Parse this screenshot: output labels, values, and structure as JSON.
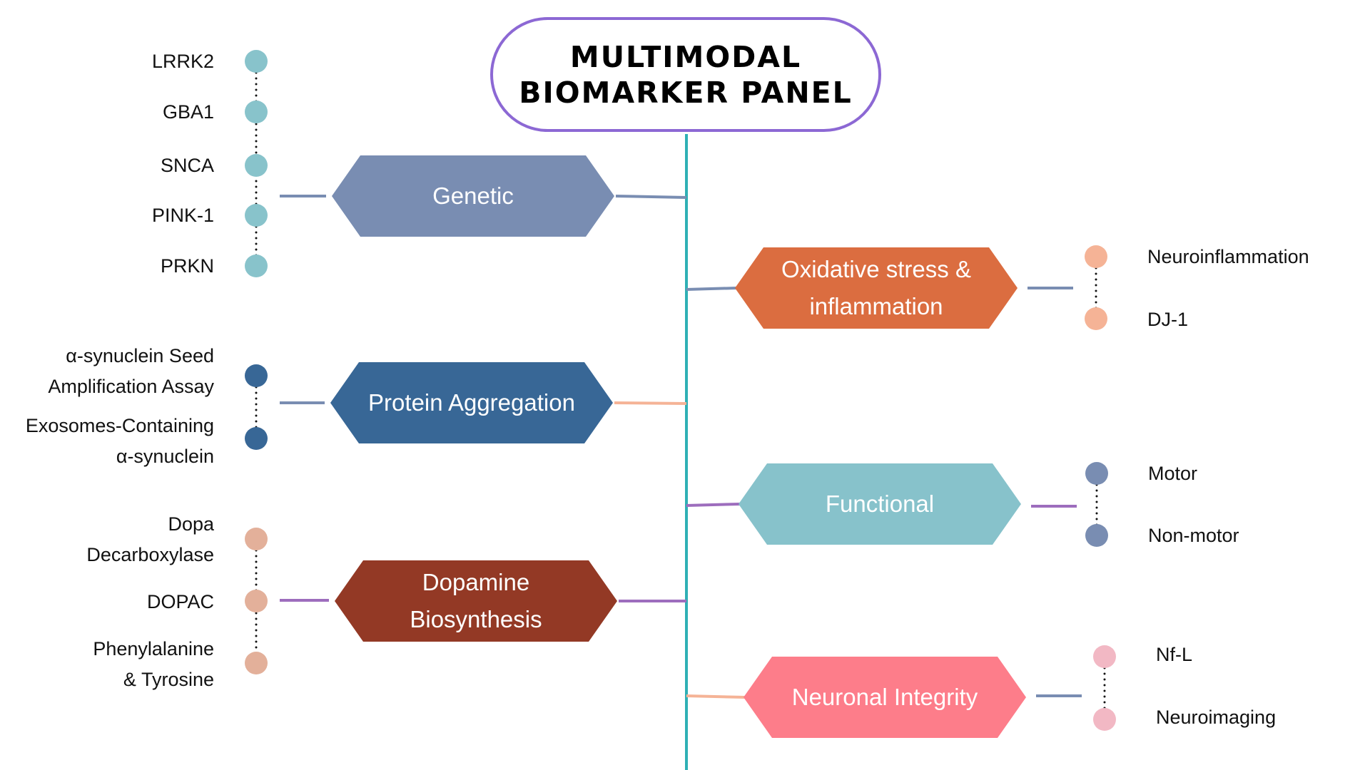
{
  "title": {
    "line1": "MULTIMODAL",
    "line2": "BIOMARKER PANEL",
    "border_color": "#8c68d4"
  },
  "spine_color": "#2fb0b5",
  "categories": [
    {
      "id": "genetic",
      "label": [
        "Genetic"
      ],
      "side": "left",
      "color": "#798dB2",
      "connector_to_spine_color": "#798db2",
      "connector_to_items_color": "#798db2",
      "dot_color": "#88c3cb",
      "items": [
        {
          "label": [
            "LRRK2"
          ]
        },
        {
          "label": [
            "GBA1"
          ]
        },
        {
          "label": [
            "SNCA"
          ]
        },
        {
          "label": [
            "PINK-1"
          ]
        },
        {
          "label": [
            "PRKN"
          ]
        }
      ]
    },
    {
      "id": "oxidative",
      "label": [
        "Oxidative stress &",
        "inflammation"
      ],
      "side": "right",
      "color": "#db6d40",
      "connector_to_spine_color": "#798db2",
      "connector_to_items_color": "#798db2",
      "dot_color": "#f5b396",
      "items": [
        {
          "label": [
            "Neuroinflammation"
          ]
        },
        {
          "label": [
            "DJ-1"
          ]
        }
      ]
    },
    {
      "id": "protein",
      "label": [
        "Protein Aggregation"
      ],
      "side": "left",
      "color": "#386796",
      "connector_to_spine_color": "#f5b396",
      "connector_to_items_color": "#798db2",
      "dot_color": "#386796",
      "items": [
        {
          "label": [
            "α-synuclein Seed",
            "Amplification Assay"
          ]
        },
        {
          "label": [
            "Exosomes-Containing",
            "α-synuclein"
          ]
        }
      ]
    },
    {
      "id": "functional",
      "label": [
        "Functional"
      ],
      "side": "right",
      "color": "#87c2cb",
      "connector_to_spine_color": "#9d6dbd",
      "connector_to_items_color": "#9d6dbd",
      "dot_color": "#798db2",
      "items": [
        {
          "label": [
            "Motor"
          ]
        },
        {
          "label": [
            "Non-motor"
          ]
        }
      ]
    },
    {
      "id": "dopamine",
      "label": [
        "Dopamine",
        "Biosynthesis"
      ],
      "side": "left",
      "color": "#933925",
      "connector_to_spine_color": "#9d6dbd",
      "connector_to_items_color": "#9d6dbd",
      "dot_color": "#e3b09a",
      "items": [
        {
          "label": [
            "Dopa",
            "Decarboxylase"
          ]
        },
        {
          "label": [
            "DOPAC"
          ]
        },
        {
          "label": [
            "Phenylalanine",
            "& Tyrosine"
          ]
        }
      ]
    },
    {
      "id": "neuronal",
      "label": [
        "Neuronal Integrity"
      ],
      "side": "right",
      "color": "#fd7d8a",
      "connector_to_spine_color": "#f5b396",
      "connector_to_items_color": "#798db2",
      "dot_color": "#f2b8c4",
      "items": [
        {
          "label": [
            "Nf-L"
          ]
        },
        {
          "label": [
            "Neuroimaging"
          ]
        }
      ]
    }
  ]
}
